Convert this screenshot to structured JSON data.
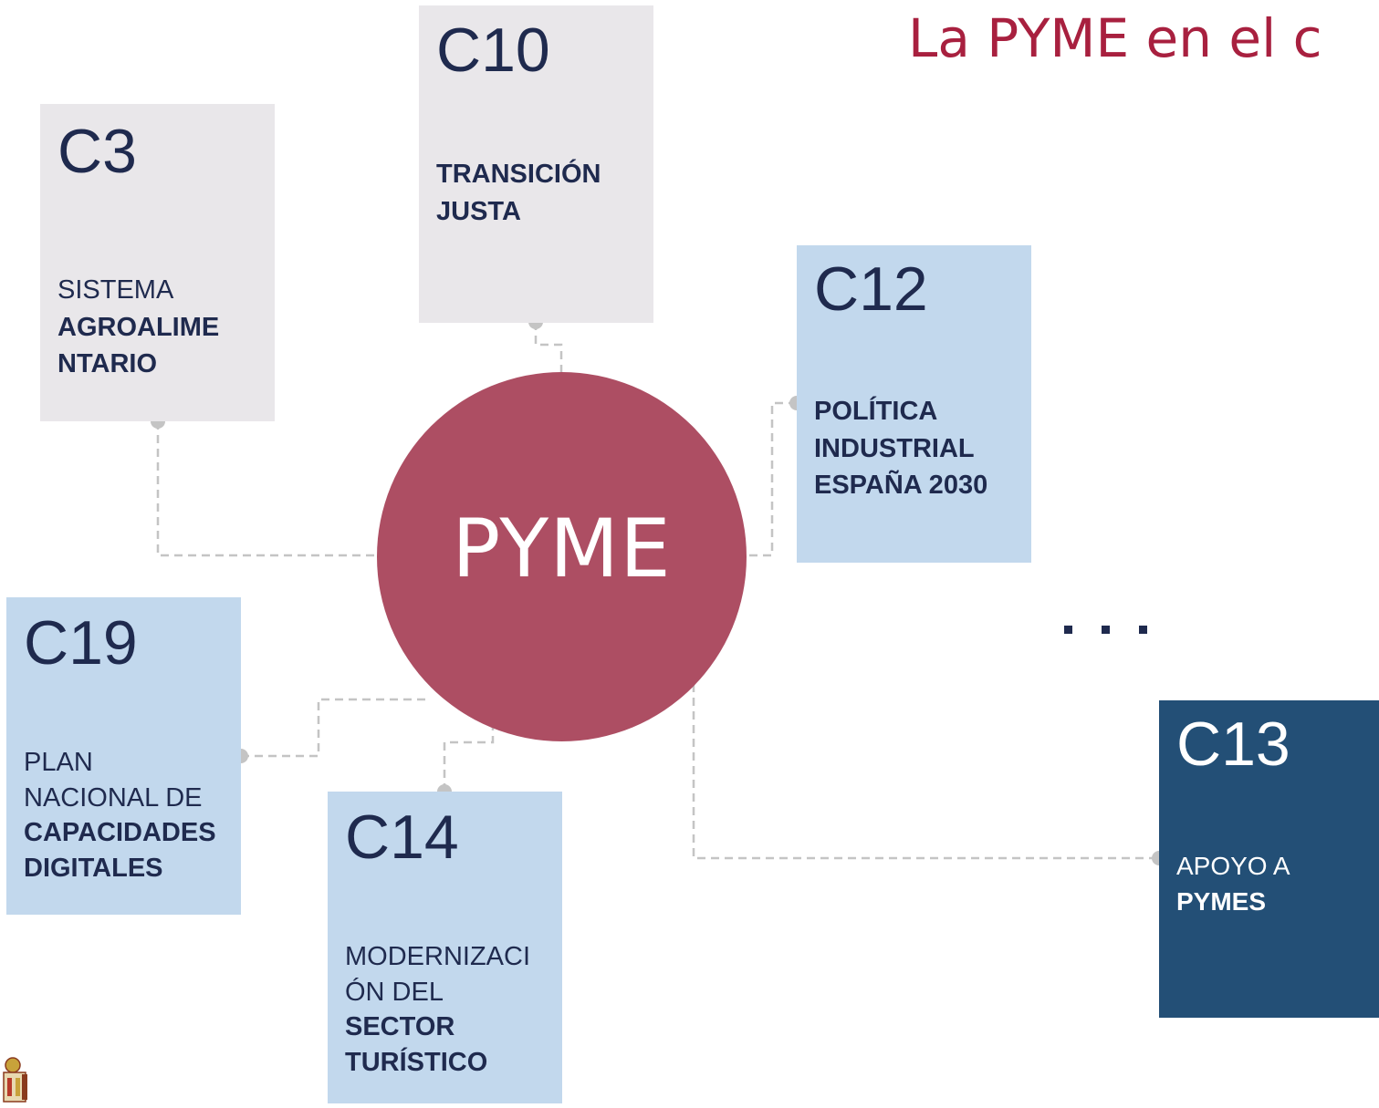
{
  "title": "La PYME en el c",
  "hub": {
    "label": "PYME",
    "color": "#ad4e63"
  },
  "colors": {
    "gray_box": "#e9e7ea",
    "light_blue_box": "#c2d8ed",
    "navy_box": "#234f76",
    "title": "#a8203f",
    "text": "#1f2a4e"
  },
  "components": [
    {
      "code": "C3",
      "lines": [
        {
          "t": "SISTEMA",
          "b": false
        },
        {
          "t": "AGROALIME",
          "b": true
        },
        {
          "t": "NTARIO",
          "b": true
        }
      ]
    },
    {
      "code": "C10",
      "lines": [
        {
          "t": "TRANSICIÓN",
          "b": true
        },
        {
          "t": "JUSTA",
          "b": true
        }
      ]
    },
    {
      "code": "C12",
      "lines": [
        {
          "t": "POLÍTICA",
          "b": true
        },
        {
          "t": "INDUSTRIAL",
          "b": true
        },
        {
          "t": "ESPAÑA 2030",
          "b": true
        }
      ]
    },
    {
      "code": "C19",
      "lines": [
        {
          "t": "PLAN",
          "b": false
        },
        {
          "t": "NACIONAL DE",
          "b": false
        },
        {
          "t": "CAPACIDADES",
          "b": true
        },
        {
          "t": "DIGITALES",
          "b": true
        }
      ]
    },
    {
      "code": "C14",
      "lines": [
        {
          "t": "MODERNIZACI",
          "b": false
        },
        {
          "t": "ÓN DEL",
          "b": false
        },
        {
          "t": "SECTOR",
          "b": true
        },
        {
          "t": "TURÍSTICO",
          "b": true
        }
      ]
    },
    {
      "code": "C13",
      "lines": [
        {
          "t": "APOYO A",
          "b": false
        },
        {
          "t": "PYMES",
          "b": true
        }
      ]
    }
  ],
  "ellipsis": "...",
  "logo_icon": "coat-of-arms-icon"
}
